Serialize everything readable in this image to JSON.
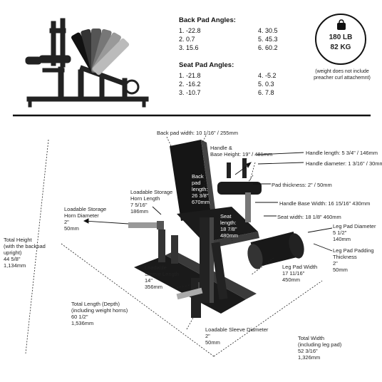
{
  "header": {
    "back_pad_title": "Back Pad Angles:",
    "back_pad_angles": [
      "1. -22.8",
      "2. 0.7",
      "3. 15.6",
      "4. 30.5",
      "5. 45.3",
      "6. 60.2"
    ],
    "seat_pad_title": "Seat Pad Angles:",
    "seat_pad_angles": [
      "1. -21.8",
      "2. -16.2",
      "3. -10.7",
      "4. -5.2",
      "5. 0.3",
      "6. 7.8"
    ],
    "weight_lb": "180 LB",
    "weight_kg": "82 KG",
    "weight_note": "(weight does not include preacher curl attachemnt)"
  },
  "labels": {
    "back_pad_width": "Back pad width: 10 1/16\" / 255mm",
    "handle_base_height": [
      "Handle &",
      "Base Height: 19\" / 481mm"
    ],
    "handle_length": "Handle length: 5 3/4\" / 146mm",
    "handle_diameter": "Handle diameter: 1 3/16\" / 30mm",
    "back_pad_length": [
      "Back",
      "pad",
      "length:",
      "26 3/8\"",
      "670mm"
    ],
    "pad_thickness": "Pad thickness: 2\" / 50mm",
    "loadable_storage_horn_length": [
      "Loadable Storage",
      "Horn Length",
      "7 5/16\"",
      "186mm"
    ],
    "loadable_storage_horn_diameter": [
      "Loadable Storage",
      "Horn Diameter",
      "2\"",
      "50mm"
    ],
    "handle_base_width": "Handle Base Width: 16 15/16\" 430mm",
    "seat_width": "Seat width: 18 1/8\" 460mm",
    "seat_length": [
      "Seat",
      "length:",
      "18 7/8\"",
      "480mm"
    ],
    "leg_pad_diameter": [
      "Leg Pad Diameter",
      "5 1/2\"",
      "140mm"
    ],
    "leg_pad_padding": [
      "Leg Pad Padding",
      "Thickness",
      "2\"",
      "50mm"
    ],
    "total_height": [
      "Total Height",
      "(with the backpad",
      "upright)",
      "44 5/8\"",
      "1,134mm"
    ],
    "loadable_sleeve_length": [
      "Loadable",
      "Sleeve Length",
      "14\"",
      "356mm"
    ],
    "leg_pad_width": [
      "Leg Pad Width",
      "17 11/16\"",
      "450mm"
    ],
    "total_length": [
      "Total Length (Depth)",
      "(including weight horns)",
      "60 1/2\"",
      "1,536mm"
    ],
    "loadable_sleeve_diameter": [
      "Loadable Sleeve Diameter",
      "2\"",
      "50mm"
    ],
    "total_width": [
      "Total Width",
      "(including leg pad)",
      "52 3/16\"",
      "1,326mm"
    ]
  },
  "icons": {
    "weight": "kettlebell-weight-icon"
  }
}
